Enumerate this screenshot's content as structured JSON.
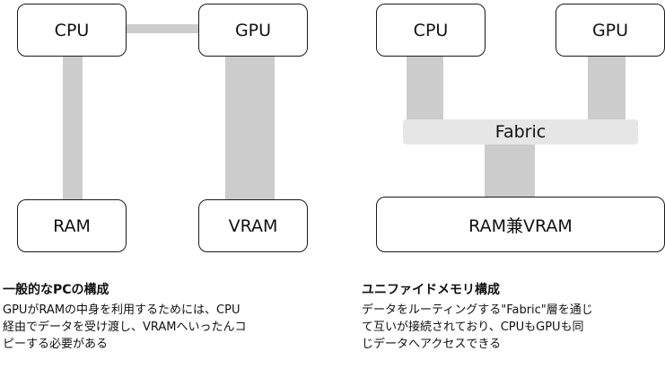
{
  "left_diagram": {
    "nodes": {
      "cpu": "CPU",
      "gpu": "GPU",
      "ram": "RAM",
      "vram": "VRAM"
    },
    "caption": {
      "title": "一般的なPCの構成",
      "lines": [
        "GPUがRAMの中身を利用するためには、CPU",
        "経由でデータを受け渡し、VRAMへいったんコ",
        "ピーする必要がある"
      ]
    }
  },
  "right_diagram": {
    "nodes": {
      "cpu": "CPU",
      "gpu": "GPU",
      "fabric": "Fabric",
      "memory": "RAM兼VRAM"
    },
    "caption": {
      "title": "ユニファイドメモリ構成",
      "lines": [
        "データをルーティングする\"Fabric\"層を通じ",
        "て互いが接続されており、CPUもGPUも同",
        "じデータへアクセスできる"
      ]
    }
  }
}
